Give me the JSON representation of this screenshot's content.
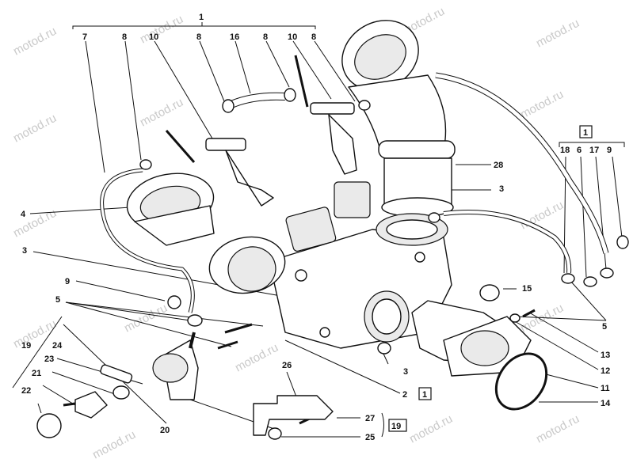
{
  "watermark": "motod.ru",
  "group_box_label": "1",
  "group_box_label_2": "1",
  "group_box_label_19": "19",
  "callouts": {
    "top_group": "1",
    "c7": "7",
    "c8a": "8",
    "c10a": "10",
    "c8b": "8",
    "c16": "16",
    "c8c": "8",
    "c10b": "10",
    "c8d": "8",
    "c28": "28",
    "c3a": "3",
    "c4": "4",
    "c3b": "3",
    "c9a": "9",
    "c5a": "5",
    "c18": "18",
    "c6": "6",
    "c17": "17",
    "c9b": "9",
    "c15": "15",
    "c5b": "5",
    "c13": "13",
    "c12": "12",
    "c11": "11",
    "c14": "14",
    "c19": "19",
    "c24": "24",
    "c23": "23",
    "c21": "21",
    "c22": "22",
    "c20": "20",
    "c26": "26",
    "c3c": "3",
    "c2": "2",
    "c27": "27",
    "c25": "25"
  }
}
